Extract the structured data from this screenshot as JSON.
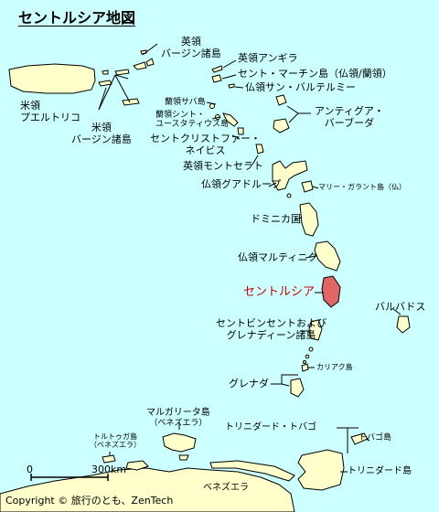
{
  "title": "セントルシア地図",
  "labels": {
    "bvi_1": "英領",
    "bvi_2": "バージン諸島",
    "anguilla": "英領アンギラ",
    "st_martin": "セント・マーチン島（仏領/蘭領）",
    "st_barth": "仏領サン・バルテルミー",
    "saba": "蘭領サバ島",
    "st_eustatius_1": "蘭領シント・",
    "st_eustatius_2": "ユースタティウス島",
    "antigua_1": "アンティグア・",
    "antigua_2": "バーブーダ",
    "skn_1": "セントクリストファー・",
    "skn_2": "ネイビス",
    "montserrat": "英領モントセラト",
    "pr_1": "米領",
    "pr_2": "プエルトリコ",
    "usvi_1": "米領",
    "usvi_2": "バージン諸島",
    "guadeloupe": "仏領グアドループ",
    "marie_galante": "マリー・ガラント島（仏）",
    "dominica": "ドミニカ国",
    "martinique": "仏領マルティニク",
    "st_lucia": "セントルシア",
    "barbados": "バルバドス",
    "svg_1": "セントビンセントおよび",
    "svg_2": "グレナディーン諸島",
    "carriacou": "カリアク島",
    "grenada": "グレナダ",
    "margarita_1": "マルガリータ島",
    "margarita_2": "（ベネズエラ）",
    "tortuga_1": "トルトゥガ島",
    "tortuga_2": "（ベネズエラ）",
    "tt": "トリニダード・トバゴ",
    "tobago": "トバゴ島",
    "trinidad": "トリニダード島",
    "venezuela": "ベネズエラ",
    "scale_0": "0",
    "scale_300": "300km",
    "copyright": "Copyright © 旅行のとも、ZenTech"
  },
  "colors": {
    "sea": "#ccffff",
    "land": "#ffffcc",
    "highlight": "#e06666",
    "highlight_text": "#cc0000",
    "outline": "#000000"
  }
}
